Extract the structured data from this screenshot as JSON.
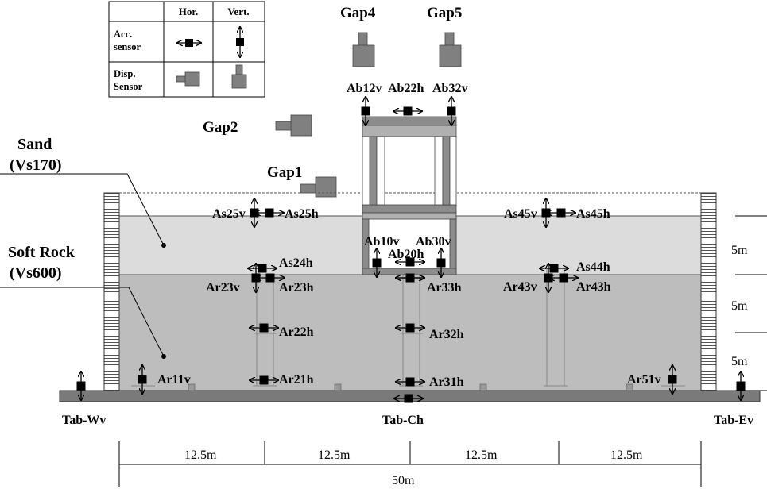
{
  "legend": {
    "col_hor": "Hor.",
    "col_vert": "Vert.",
    "row_acc_1": "Acc.",
    "row_acc_2": "sensor",
    "row_disp_1": "Disp.",
    "row_disp_2": "Sensor"
  },
  "gap_sensors": {
    "gap1": "Gap1",
    "gap2": "Gap2",
    "gap4": "Gap4",
    "gap5": "Gap5"
  },
  "layers": {
    "sand_name": "Sand",
    "sand_vs": "(Vs170)",
    "rock_name": "Soft Rock",
    "rock_vs": "(Vs600)"
  },
  "structure_sensors": {
    "ab12v": "Ab12v",
    "ab22h": "Ab22h",
    "ab32v": "Ab32v",
    "ab10v": "Ab10v",
    "ab30v": "Ab30v",
    "ab20h": "Ab20h"
  },
  "soil_sensors": {
    "as25v": "As25v",
    "as25h": "As25h",
    "as45v": "As45v",
    "as45h": "As45h",
    "as24h": "As24h",
    "as44h": "As44h",
    "ar23v": "Ar23v",
    "ar23h": "Ar23h",
    "ar33h": "Ar33h",
    "ar43v": "Ar43v",
    "ar43h": "Ar43h",
    "ar22h": "Ar22h",
    "ar32h": "Ar32h",
    "ar11v": "Ar11v",
    "ar21h": "Ar21h",
    "ar31h": "Ar31h",
    "ar51v": "Ar51v"
  },
  "table_sensors": {
    "tab_wv": "Tab-Wv",
    "tab_ch": "Tab-Ch",
    "tab_ev": "Tab-Ev"
  },
  "dimensions": {
    "depth_top": "5m",
    "depth_mid": "5m",
    "depth_bottom": "5m",
    "span_1": "12.5m",
    "span_2": "12.5m",
    "span_3": "12.5m",
    "span_4": "12.5m",
    "total": "50m"
  },
  "colors": {
    "sand": "#dcdcdc",
    "rock": "#bdbdbd",
    "table": "#7a7a7a",
    "structure": "#8c8c8c",
    "sensor": "#000000",
    "disp_sensor": "#808080"
  }
}
